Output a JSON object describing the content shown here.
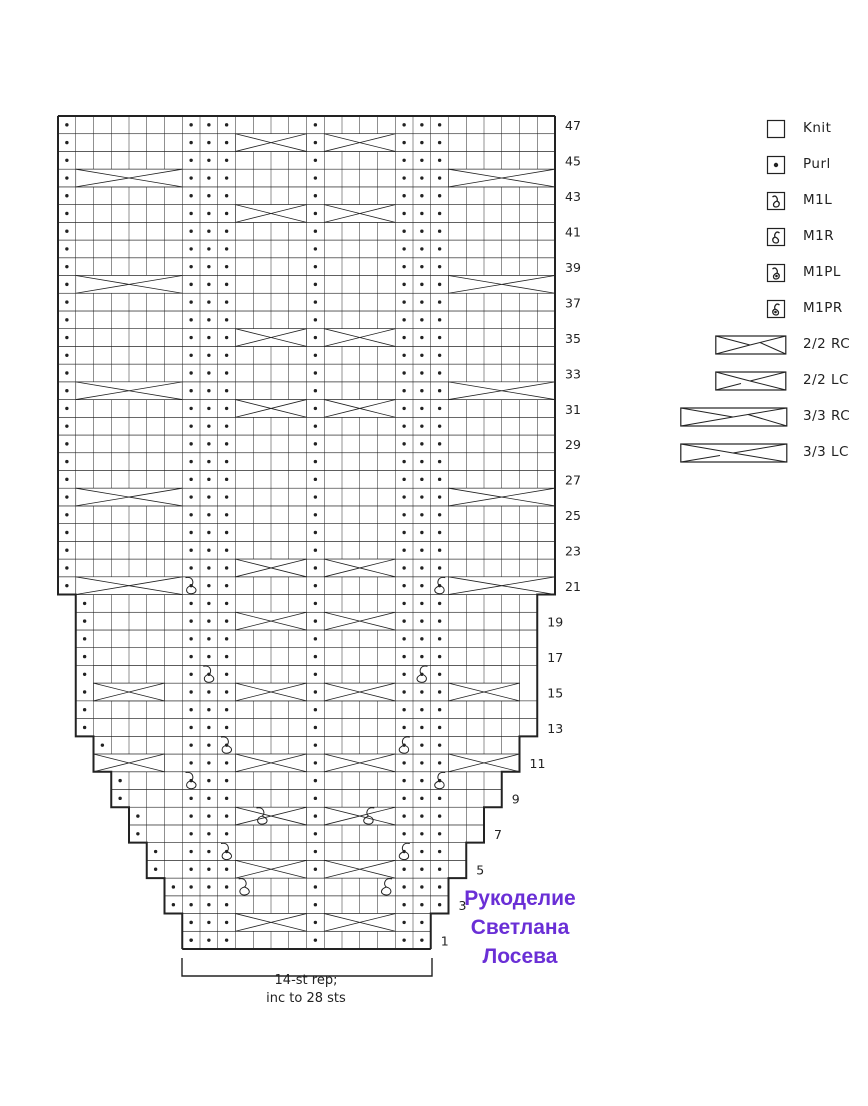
{
  "chart": {
    "row_numbers": [
      "1",
      "3",
      "5",
      "7",
      "9",
      "11",
      "13",
      "15",
      "17",
      "19",
      "21",
      "23",
      "25",
      "27",
      "29",
      "31",
      "33",
      "35",
      "37",
      "39",
      "41",
      "43",
      "45",
      "47"
    ],
    "repeat_label": [
      "14-st rep;",
      "inc to 28 sts"
    ],
    "symbols": {
      "knit": "empty-square",
      "purl": "dot",
      "m1l": "loop-left",
      "m1r": "loop-right",
      "cable_2_2": "crossed-lines-4st",
      "cable_3_3": "crossed-lines-6st"
    },
    "colors": {
      "grid": "#222222",
      "watermark": "#6a2fd6"
    }
  },
  "legend": [
    {
      "symbol": "knit-square-icon",
      "label": "Knit"
    },
    {
      "symbol": "purl-dot-icon",
      "label": "Purl"
    },
    {
      "symbol": "m1l-icon",
      "label": "M1L"
    },
    {
      "symbol": "m1r-icon",
      "label": "M1R"
    },
    {
      "symbol": "m1pl-icon",
      "label": "M1PL"
    },
    {
      "symbol": "m1pr-icon",
      "label": "M1PR"
    },
    {
      "symbol": "cable-2-2-rc-icon",
      "label": "2/2 RC"
    },
    {
      "symbol": "cable-2-2-lc-icon",
      "label": "2/2 LC"
    },
    {
      "symbol": "cable-3-3-rc-icon",
      "label": "3/3 RC"
    },
    {
      "symbol": "cable-3-3-lc-icon",
      "label": "3/3 LC"
    }
  ],
  "watermark": [
    "Рукоделие",
    "Светлана",
    "Лосева"
  ]
}
